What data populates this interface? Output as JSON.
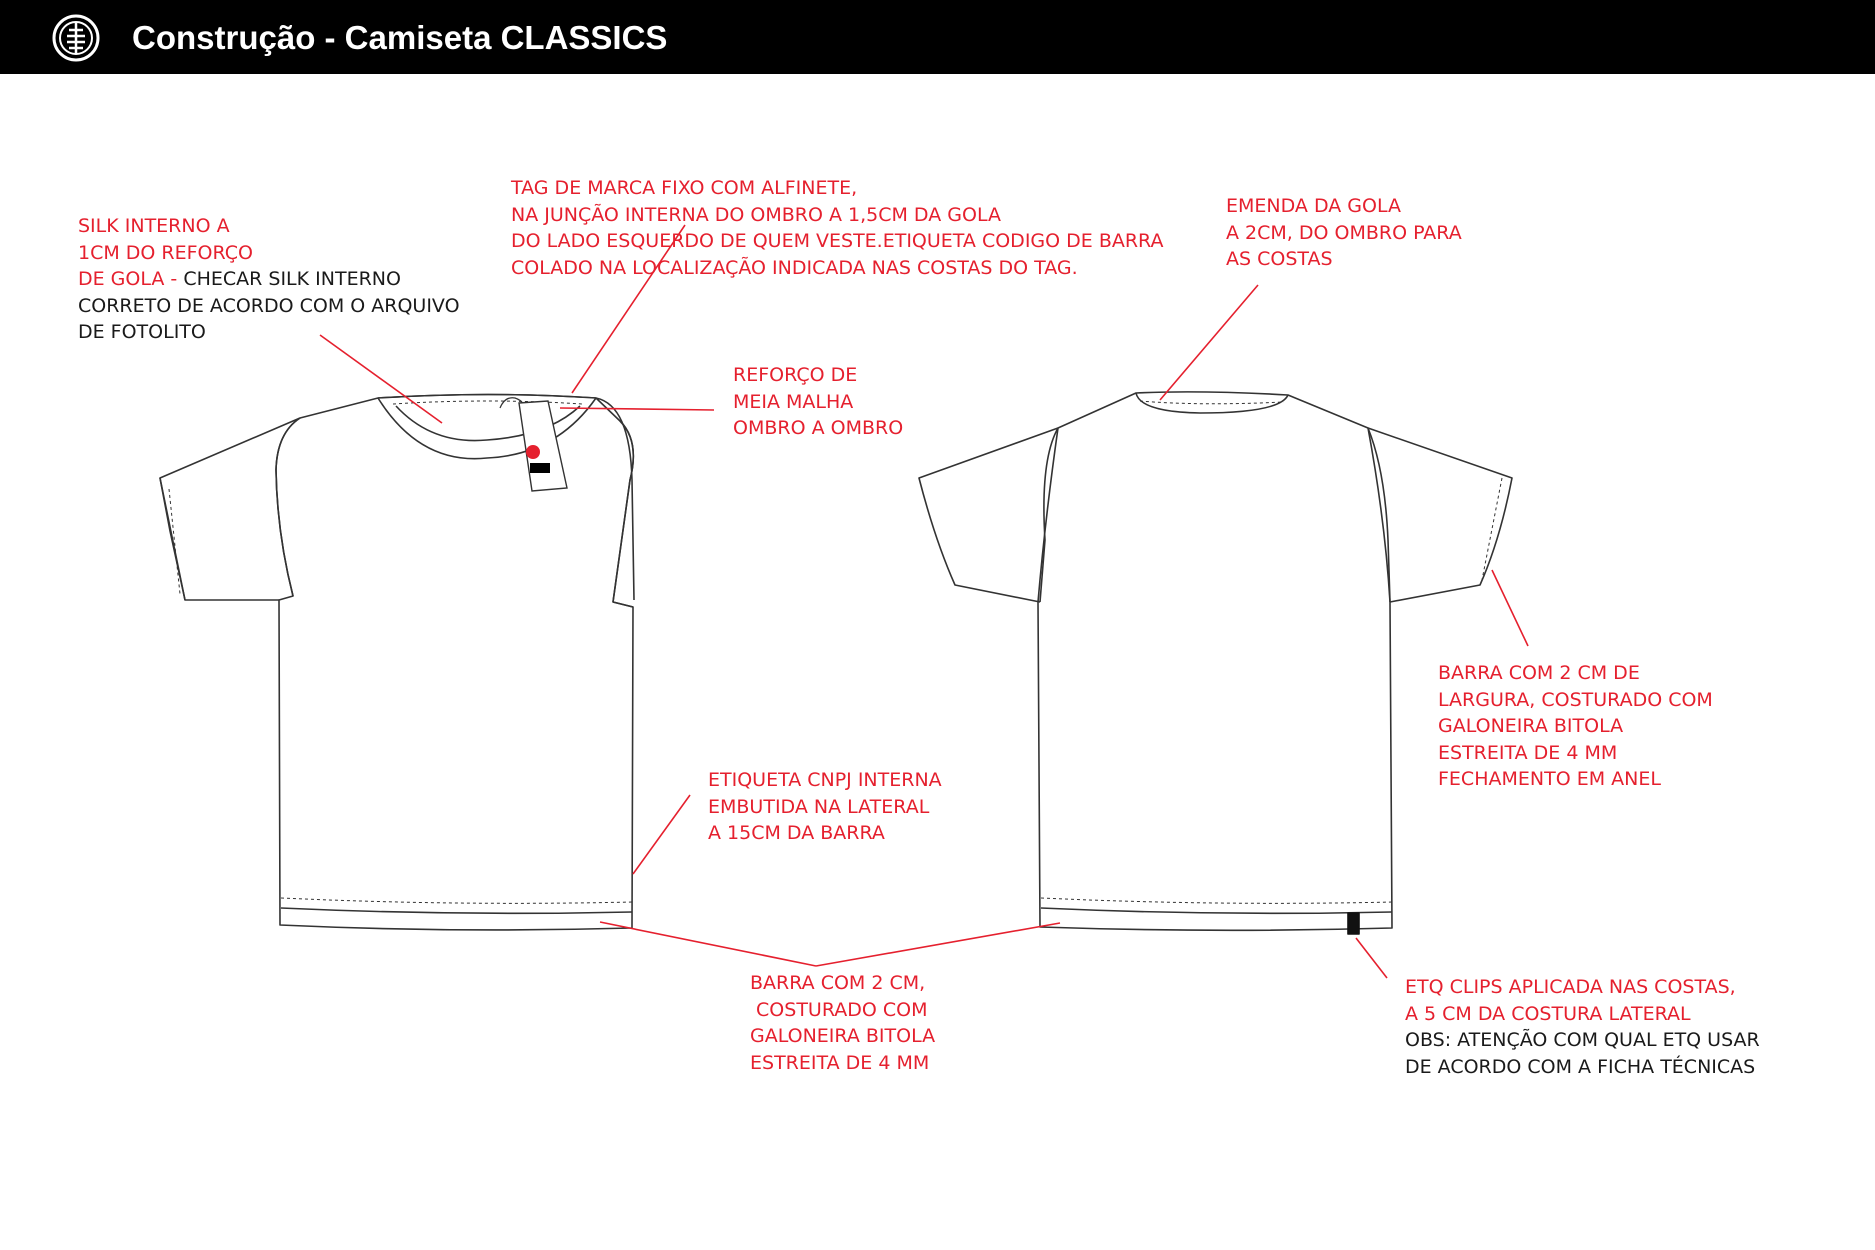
{
  "header": {
    "title": "Construção - Camiseta CLASSICS",
    "logo_icon": "element-tree-logo-icon"
  },
  "colors": {
    "header_bg": "#000000",
    "annotation_red": "#e5202e",
    "annotation_black": "#1a1a1a",
    "garment_line": "#333333"
  },
  "annotations": {
    "silk": {
      "red_lines": [
        "SILK INTERNO A",
        "1CM DO REFORÇO",
        "DE GOLA -"
      ],
      "black_lines": [
        "CHECAR SILK INTERNO",
        "CORRETO DE ACORDO COM O ARQUIVO",
        "DE FOTOLITO"
      ]
    },
    "tag": {
      "lines": [
        "TAG DE MARCA FIXO COM ALFINETE,",
        "NA JUNÇÃO INTERNA DO OMBRO A 1,5CM DA GOLA",
        "DO LADO ESQUERDO DE QUEM VESTE.ETIQUETA CODIGO DE BARRA",
        "COLADO NA  LOCALIZAÇÃO INDICADA NAS COSTAS DO TAG."
      ]
    },
    "reforco": {
      "lines": [
        "REFORÇO DE",
        "MEIA MALHA",
        "OMBRO A OMBRO"
      ]
    },
    "emenda": {
      "lines": [
        "EMENDA DA GOLA",
        "A 2CM, DO OMBRO PARA",
        "AS COSTAS"
      ]
    },
    "barra_manga": {
      "lines": [
        "BARRA COM 2 CM DE",
        "LARGURA, COSTURADO COM",
        "GALONEIRA BITOLA",
        "ESTREITA DE 4 MM",
        "FECHAMENTO EM ANEL"
      ]
    },
    "etiqueta_cnpj": {
      "lines": [
        "ETIQUETA CNPJ INTERNA",
        "EMBUTIDA NA LATERAL",
        "A 15CM DA BARRA"
      ]
    },
    "barra": {
      "lines": [
        "BARRA COM 2 CM,",
        " COSTURADO COM",
        "GALONEIRA BITOLA",
        "ESTREITA DE 4 MM"
      ]
    },
    "etq_clips": {
      "red_lines": [
        "ETQ CLIPS APLICADA NAS COSTAS,",
        "A 5 CM DA COSTURA LATERAL"
      ],
      "black_lines": [
        "OBS: ATENÇÃO COM QUAL ETQ USAR",
        "DE ACORDO COM A FICHA TÉCNICAS"
      ]
    }
  },
  "figures": {
    "front": {
      "name": "tshirt-front"
    },
    "back": {
      "name": "tshirt-back"
    }
  }
}
